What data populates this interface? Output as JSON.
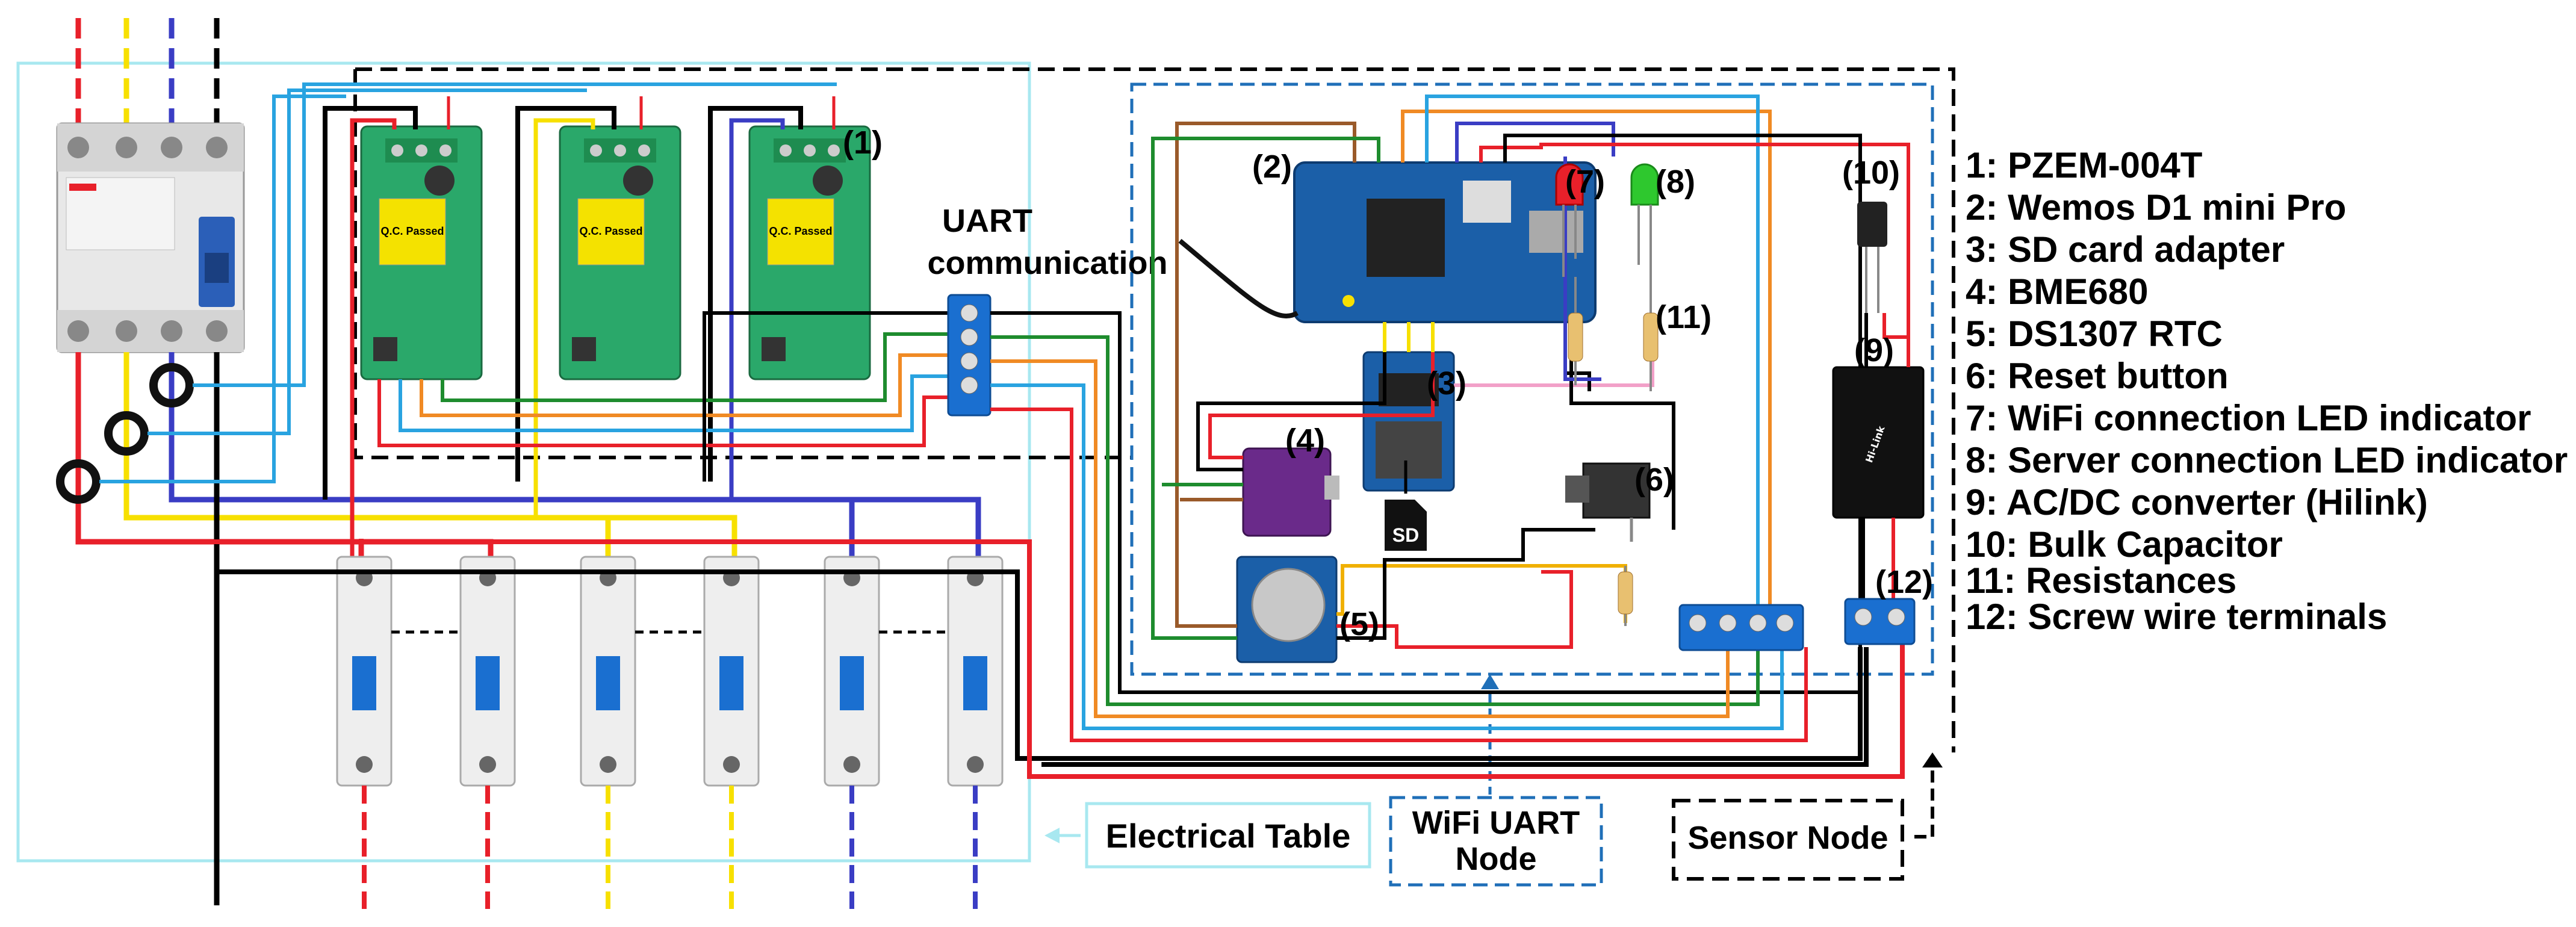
{
  "labels": {
    "uart_line1": "UART",
    "uart_line2": "communication",
    "n1": "(1)",
    "n2": "(2)",
    "n3": "(3)",
    "n4": "(4)",
    "n5": "(5)",
    "n6": "(6)",
    "n7": "(7)",
    "n8": "(8)",
    "n9": "(9)",
    "n10": "(10)",
    "n11": "(11)",
    "n12": "(12)",
    "sd": "SD",
    "electrical_table": "Electrical Table",
    "wifi_line1": "WiFi UART",
    "wifi_line2": "Node",
    "sensor_node": "Sensor Node",
    "hilink": "Hi-Link",
    "pzem_badge": "Q.C. Passed"
  },
  "legend": [
    "1: PZEM-004T",
    "2: Wemos D1 mini Pro",
    "3: SD card adapter",
    "4: BME680",
    "5: DS1307 RTC",
    "6: Reset button",
    "7: WiFi connection LED indicator",
    "8: Server connection LED indicator",
    "9: AC/DC converter (Hilink)",
    "10: Bulk Capacitor",
    "11: Resistances",
    "12: Screw wire terminals"
  ],
  "colors": {
    "phase_red": "#e8202a",
    "phase_yellow": "#f7e000",
    "phase_blue": "#3a3dc4",
    "neutral_black": "#000000",
    "uart_light_blue": "#29a3e0",
    "uart_orange": "#f08a24",
    "uart_green": "#1e8c2e",
    "pink": "#f2a0c8",
    "brown": "#9a5a2a",
    "gold": "#f0b000",
    "electrical_box": "#a8e8f0",
    "wifi_box": "#1f6fb8",
    "pcb_green": "#2aa86a",
    "wemos_blue": "#1b5fa8",
    "breaker_blue": "#1a6fd0",
    "bme_purple": "#6a2a8a"
  }
}
